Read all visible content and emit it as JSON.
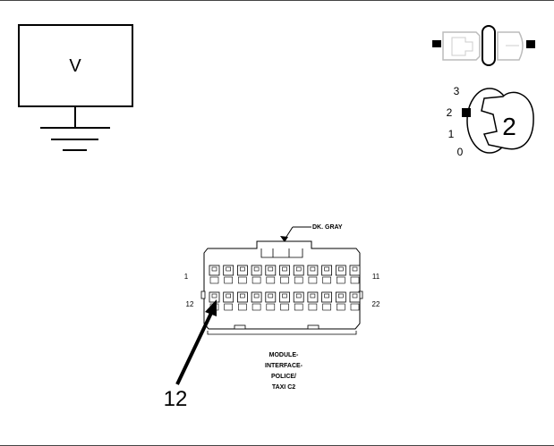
{
  "voltmeter": {
    "symbol": "V"
  },
  "ignition_switch": {
    "positions": [
      "3",
      "2",
      "1",
      "0"
    ],
    "key_position": "2"
  },
  "connector": {
    "color_label": "DK. GRAY",
    "pin_labels": {
      "top_left": "1",
      "top_right": "11",
      "bottom_left": "12",
      "bottom_right": "22"
    },
    "caption_lines": [
      "MODULE-",
      "INTERFACE-",
      "POLICE/",
      "TAXI C2"
    ]
  },
  "callout": {
    "pin": "12"
  }
}
